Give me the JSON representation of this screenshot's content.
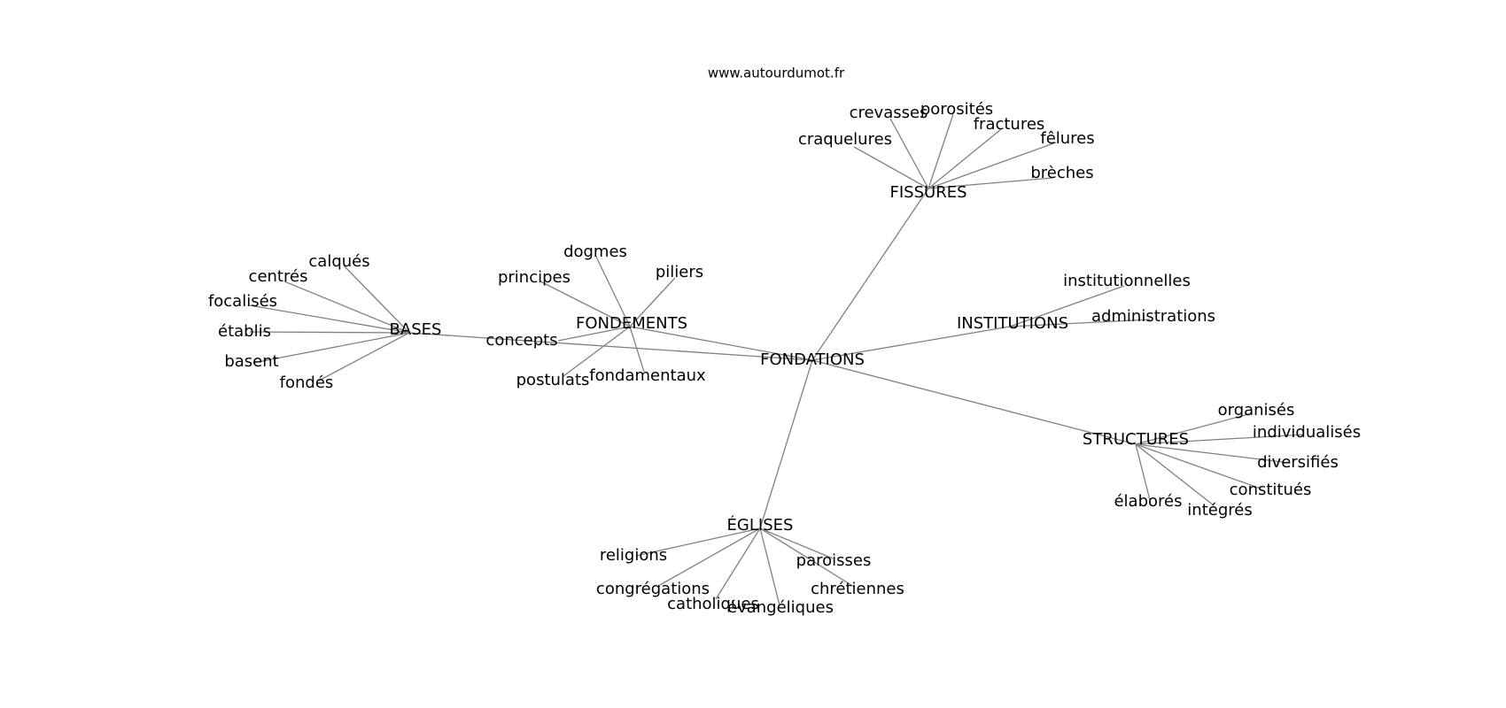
{
  "site": "www.autourdumot.fr",
  "center": "FONDATIONS",
  "groups": [
    {
      "hub": "FISSURES",
      "words": [
        "craquelures",
        "crevasses",
        "porosités",
        "fractures",
        "fêlures",
        "brèches"
      ]
    },
    {
      "hub": "FONDEMENTS",
      "words": [
        "dogmes",
        "principes",
        "piliers",
        "concepts",
        "postulats",
        "fondamentaux"
      ]
    },
    {
      "hub": "BASES",
      "words": [
        "calqués",
        "centrés",
        "focalisés",
        "établis",
        "basent",
        "fondés"
      ]
    },
    {
      "hub": "INSTITUTIONS",
      "words": [
        "institutionnelles",
        "administrations"
      ]
    },
    {
      "hub": "STRUCTURES",
      "words": [
        "organisés",
        "individualisés",
        "diversifiés",
        "constitués",
        "intégrés",
        "élaborés"
      ]
    },
    {
      "hub": "ÉGLISES",
      "words": [
        "religions",
        "congrégations",
        "catholiques",
        "évangéliques",
        "paroisses",
        "chrétiennes"
      ]
    }
  ]
}
